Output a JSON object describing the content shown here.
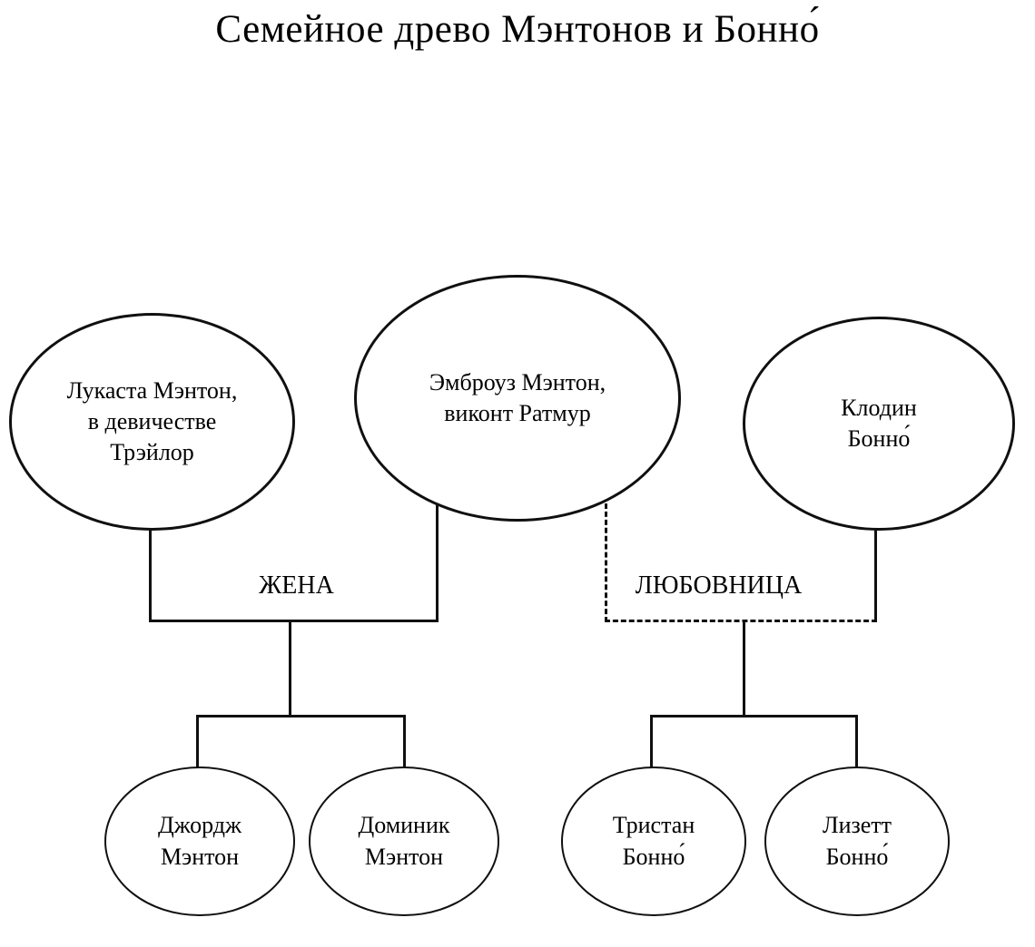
{
  "title": "Семейное древо Мэнтонов и Бонно́",
  "relations": {
    "wife_label": "ЖЕНА",
    "mistress_label": "ЛЮБОВНИЦА"
  },
  "nodes": {
    "lucasta": {
      "text": "Лукаста Мэнтон,\nв девичестве\nТрэйлор"
    },
    "ambrose": {
      "text": "Эмброуз Мэнтон,\nвиконт Ратмур"
    },
    "claudine": {
      "text": "Клодин\nБонно́"
    },
    "george": {
      "text": "Джордж\nМэнтон"
    },
    "dominic": {
      "text": "Доминик\nМэнтон"
    },
    "tristan": {
      "text": "Тристан\nБонно́"
    },
    "lisette": {
      "text": "Лизетт\nБонно́"
    }
  },
  "colors": {
    "line": "#101010",
    "background": "#ffffff",
    "text": "#000000"
  }
}
